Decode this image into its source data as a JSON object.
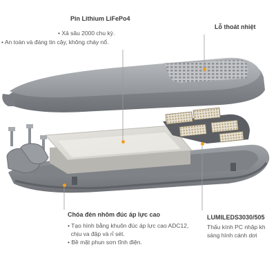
{
  "battery": {
    "title": "Pin Lithium LiFePo4",
    "points": [
      "• Xả sâu 2000 chu kỳ.",
      "• An toàn và đáng tin cậy, không cháy nổ."
    ]
  },
  "heat_vent": {
    "title": "Lỗ thoát nhiệt"
  },
  "housing": {
    "title": "Chóa đèn nhôm đúc áp lực cao",
    "points": [
      "• Tạo hình bằng khuôn đúc áp lực cao ADC12,",
      "  chịu va đập và rỉ sét.",
      "• Bề mặt phun sơn tĩnh điện."
    ]
  },
  "led": {
    "title": "LUMILEDS3030/505",
    "points": [
      "Thấu kính PC nhập kh",
      "sáng hình cánh dơi"
    ]
  },
  "colors": {
    "accent_dot": "#f0a020",
    "leader_line": "#9a9a9a",
    "housing_gray": "#8c8f94"
  }
}
